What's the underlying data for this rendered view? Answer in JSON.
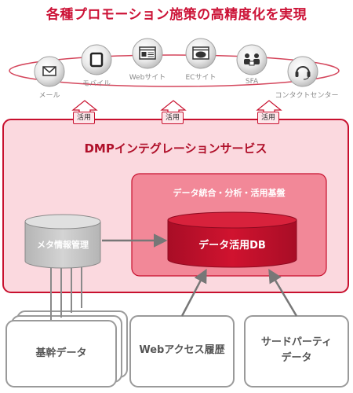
{
  "title": "各種プロモーション施策の高精度化を実現",
  "channels": [
    {
      "label": "メール",
      "icon": "mail-icon"
    },
    {
      "label": "モバイル",
      "icon": "mobile-icon"
    },
    {
      "label": "Webサイト",
      "icon": "website-icon"
    },
    {
      "label": "ECサイト",
      "icon": "ec-site-icon"
    },
    {
      "label": "SFA",
      "icon": "sfa-icon"
    },
    {
      "label": "コンタクトセンター",
      "icon": "headset-icon"
    }
  ],
  "use_label": "活用",
  "dmp": {
    "title": "DMPインテグレーションサービス",
    "core_title": "データ統合・分析・活用基盤",
    "db_label": "データ活用DB",
    "meta_label": "メタ情報管理"
  },
  "sources": {
    "core": "基幹データ",
    "web_history": "Webアクセス履歴",
    "third_party_line1": "サードパーティ",
    "third_party_line2": "データ"
  },
  "colors": {
    "accent": "#cc1236",
    "dmp_fill": "#fbd9df",
    "core_fill": "#f28898",
    "db_fill": "#c8102e",
    "meta_fill": "#c6c6c6",
    "source_border": "#9a9a9a"
  }
}
